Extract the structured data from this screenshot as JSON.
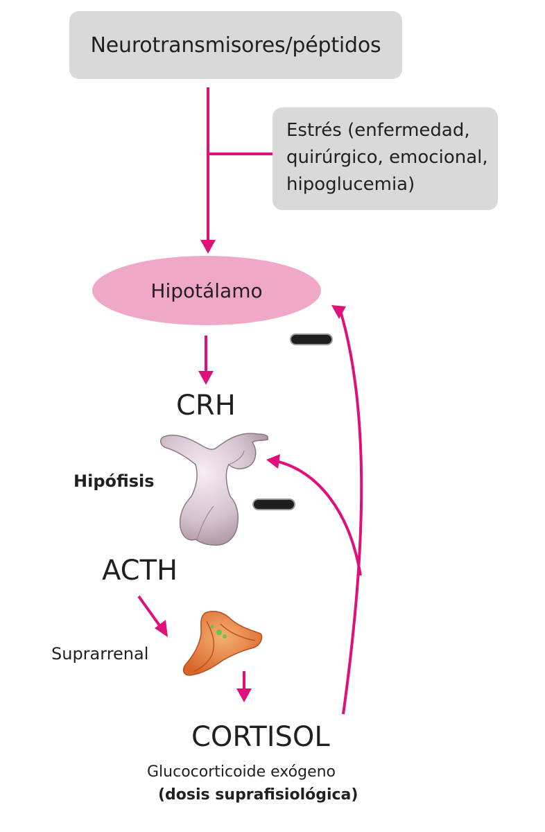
{
  "nodes": {
    "neurotransmitters": "Neurotransmisores/péptidos",
    "stress_lines": [
      "Estrés (enfermedad,",
      "quirúrgico, emocional,",
      "hipoglucemia)"
    ],
    "hypothalamus": "Hipotálamo",
    "crh": "CRH",
    "pituitary": "Hipófisis",
    "acth": "ACTH",
    "adrenal": "Suprarrenal",
    "cortisol": "CORTISOL",
    "exogenous": "Glucocorticoide exógeno",
    "dose": "(dosis suprafisiológica)"
  },
  "colors": {
    "arrow": "#e0107a",
    "box": "#d9d9d9",
    "ellipse": "#f0a8c8",
    "text": "#231f20",
    "inhibit": "#1e1e1e",
    "pituitary": "#d8c8d2",
    "adrenal": "#e8823a",
    "adrenal_spots": "#6cc24a"
  },
  "icons": {
    "pituitary": "pituitary-gland-icon",
    "adrenal": "adrenal-gland-icon"
  },
  "feedback": [
    "negative",
    "negative"
  ]
}
